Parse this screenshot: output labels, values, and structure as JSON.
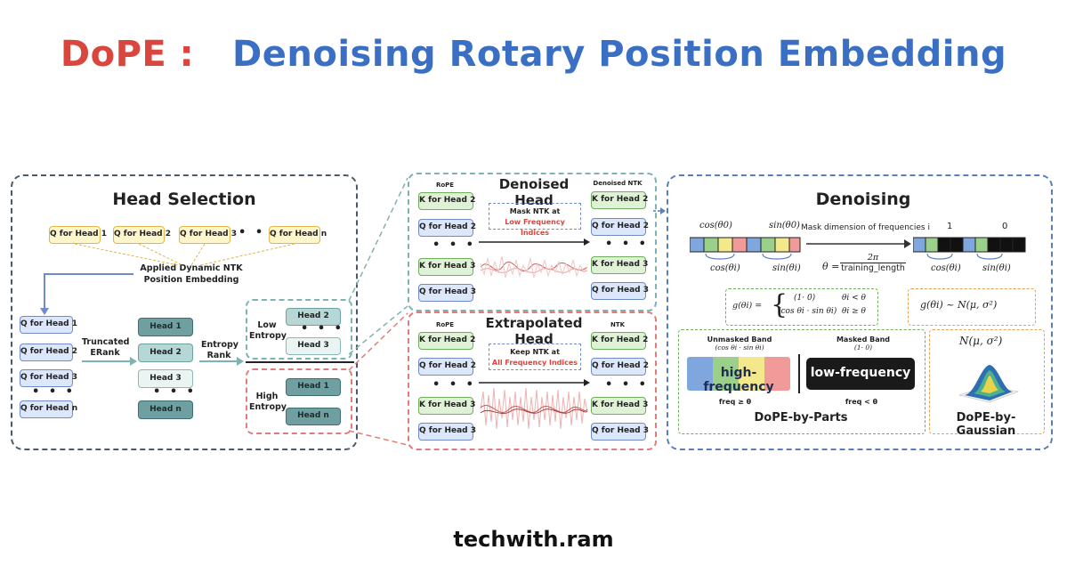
{
  "title": {
    "prefix": "DoPE :",
    "main": "Denoising Rotary Position Embedding"
  },
  "head_selection": {
    "title": "Head Selection",
    "q_top": [
      "Q for Head 1",
      "Q for Head 2",
      "Q for Head 3",
      "Q for Head n"
    ],
    "ntk_label": "Applied Dynamic NTK Position Embedding",
    "q_left": [
      "Q for Head 1",
      "Q for Head 2",
      "Q for Head 3",
      "Q for Head n"
    ],
    "truncated_label": "Truncated ERank",
    "heads_mid": [
      "Head 1",
      "Head 2",
      "Head 3",
      "Head n"
    ],
    "entropy_label": "Entropy Rank",
    "low_entropy": "Low Entropy",
    "low_heads": [
      "Head 2",
      "Head 3"
    ],
    "high_entropy": "High Entropy",
    "high_heads": [
      "Head 1",
      "Head n"
    ],
    "dots": "• • •"
  },
  "denoised_head": {
    "title": "Denoised Head",
    "left_header": "RoPE",
    "right_header": "Denoised NTK",
    "left": [
      "K for Head 2",
      "Q for Head 2",
      "K for Head 3",
      "Q for Head 3"
    ],
    "right": [
      "K for Head 2",
      "Q for Head 2",
      "K for Head 3",
      "Q for Head 3"
    ],
    "note_line1": "Mask NTK at",
    "note_line2": "Low Frequency Indices"
  },
  "extrapolated_head": {
    "title": "Extrapolated Head",
    "left_header": "RoPE",
    "right_header": "NTK",
    "left": [
      "K for Head 2",
      "Q for Head 2",
      "K for Head 3",
      "Q for Head 3"
    ],
    "right": [
      "K for Head 2",
      "Q for Head 2",
      "K for Head 3",
      "Q for Head 3"
    ],
    "note_line1": "Keep NTK at",
    "note_line2": "All Frequency Indices"
  },
  "denoising": {
    "title": "Denoising",
    "cos0": "cos(θ0)",
    "sin0": "sin(θ0)",
    "cosi": "cos(θi)",
    "sini": "sin(θi)",
    "mask_label": "Mask dimension of frequencies i",
    "one": "1",
    "zero": "0",
    "theta_eq_lhs": "θ =",
    "theta_num": "2π",
    "theta_den": "training_length",
    "g_lhs": "g(θi) =",
    "g_case1_val": "(1· 0)",
    "g_case1_cond": "θi < θ",
    "g_case2_val": "(cos θi · sin θi)",
    "g_case2_cond": "θi ≥ θ",
    "g_gauss": "g(θi) ~ N(μ, σ²)",
    "unmasked_band": "Unmasked Band",
    "unmasked_sub": "(cos θi · sin θi)",
    "masked_band": "Masked Band",
    "masked_sub": "(1· 0)",
    "high_freq": "high-frequency",
    "low_freq": "low-frequency",
    "freq_ge": "freq ≥ θ",
    "freq_lt": "freq < θ",
    "parts_label": "DoPE-by-Parts",
    "gauss_formula": "N(μ, σ²)",
    "gauss_label": "DoPE-by-Gaussian"
  },
  "footer": "techwith.ram",
  "colors": {
    "dope_red": "#d9463e",
    "title_blue": "#3a6fc4",
    "note_red": "#d9463e",
    "green_dash": "#6fae5a",
    "orange_dash": "#e8a050",
    "teal_dash": "#7fb3b1",
    "pink_dash": "#e07c7c"
  }
}
